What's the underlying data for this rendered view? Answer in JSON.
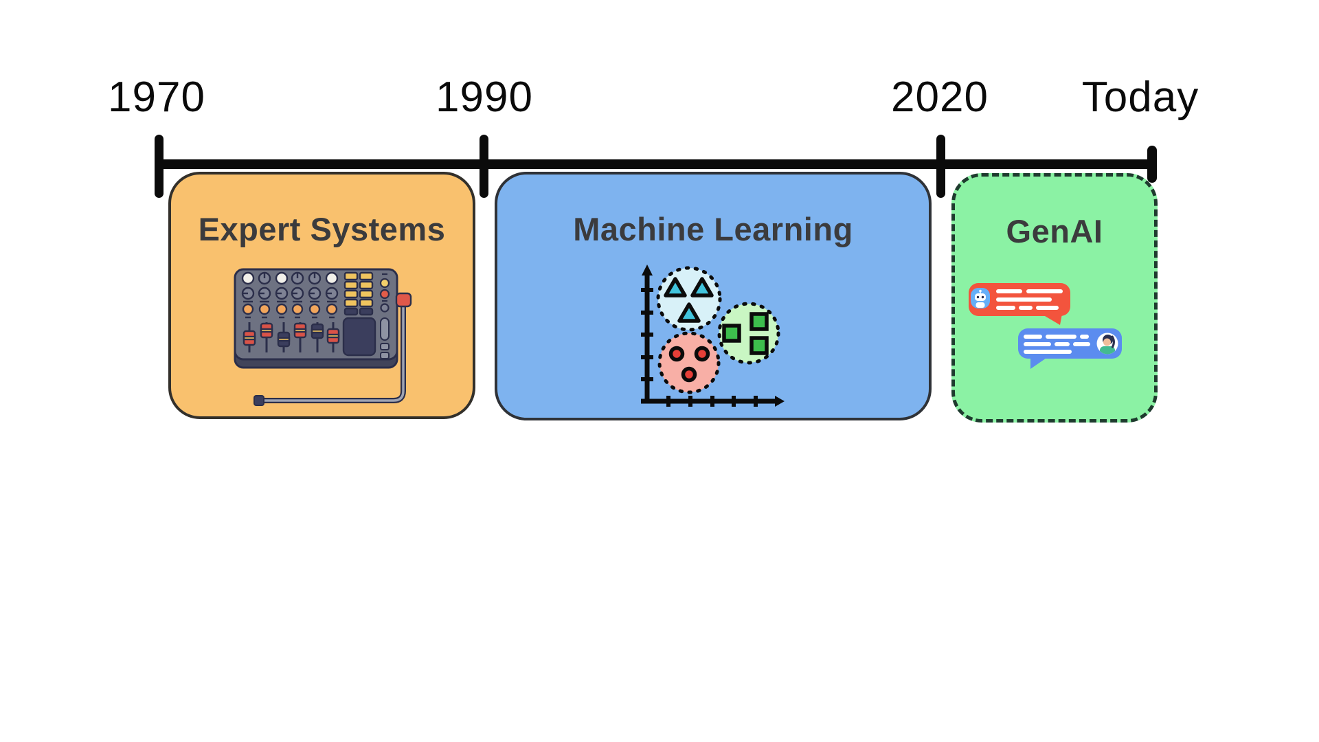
{
  "title": "AI history timeline",
  "timeline": {
    "labels": [
      {
        "text": "1970"
      },
      {
        "text": "1990"
      },
      {
        "text": "2020"
      },
      {
        "text": "Today"
      }
    ],
    "line_color": "#0b0b0b"
  },
  "periods": [
    {
      "title": "Expert Systems",
      "fill": "#F9C16E",
      "border_color": "#33302B",
      "border_style": "solid",
      "icon": "audio-mixer-console-icon"
    },
    {
      "title": "Machine Learning",
      "fill": "#7EB3EF",
      "border_color": "#2F3237",
      "border_style": "solid",
      "icon": "cluster-scatter-plot-icon"
    },
    {
      "title": "GenAI",
      "fill": "#8BF2A4",
      "border_color": "#1E3B2E",
      "border_style": "dashed",
      "icon": "chat-bubbles-icon"
    }
  ],
  "icon_colors": {
    "mixer_panel": "#6E7282",
    "mixer_outline": "#2B2E4A",
    "mixer_yellow": "#EFC45F",
    "mixer_orange": "#F2A65C",
    "mixer_red": "#D95348",
    "cluster_blue_fill": "#D8F1F8",
    "cluster_blue_shape": "#41C4DD",
    "cluster_green_fill": "#C9F6C3",
    "cluster_green_shape": "#3DBE4D",
    "cluster_pink_fill": "#F8AFA6",
    "cluster_pink_shape": "#E63F38",
    "chat_ai_bubble": "#F3543D",
    "chat_user_bubble": "#5B8CEF",
    "chat_avatar_blue": "#66AFF8"
  }
}
